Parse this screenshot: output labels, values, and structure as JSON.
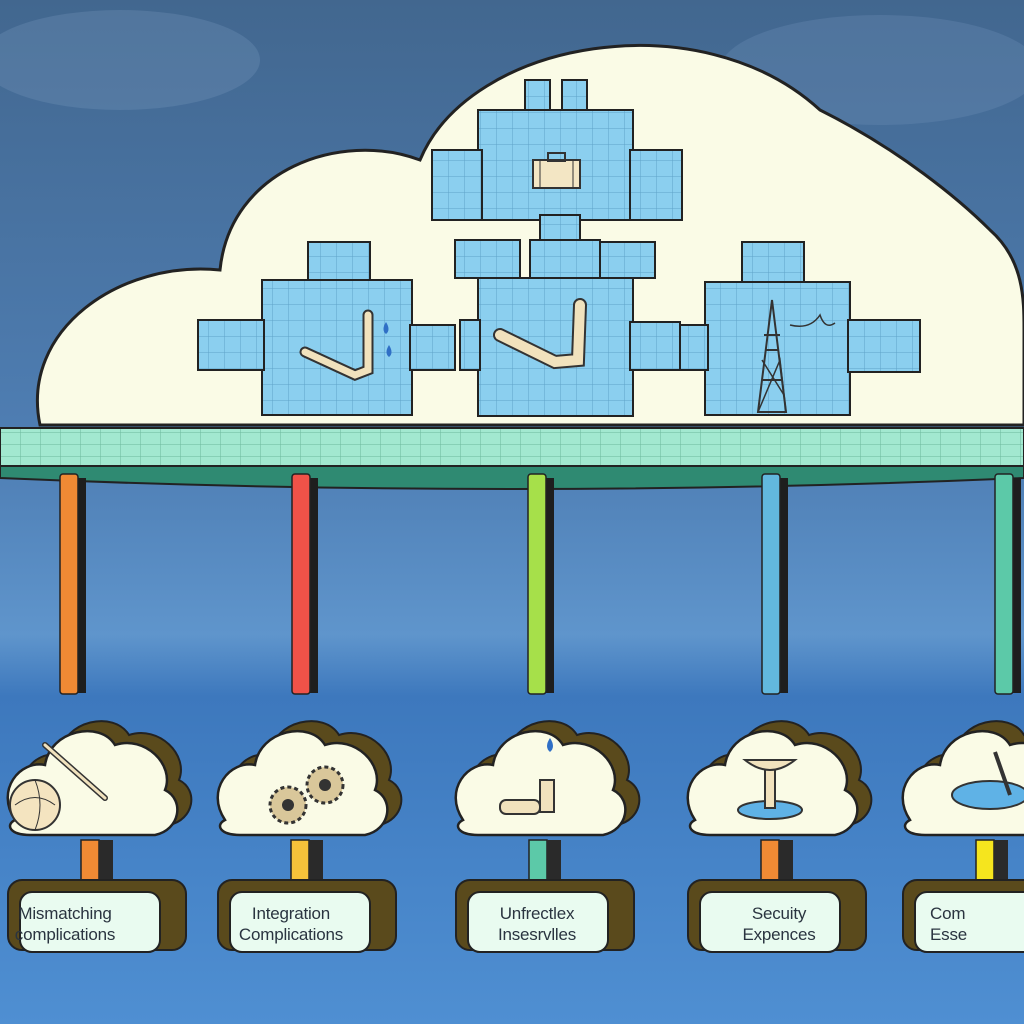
{
  "colors": {
    "sky_top": "#466c9c",
    "sky_mid": "#5b8dc4",
    "sea": "#3f7bc0",
    "cloud": "#fafbe6",
    "puzzle": "#88cdef",
    "platform": "#9ee6cf",
    "outline": "#1c1c1c"
  },
  "pillars": [
    {
      "color": "#f08a34"
    },
    {
      "color": "#f05248"
    },
    {
      "color": "#a6e04a"
    },
    {
      "color": "#62b8de"
    },
    {
      "color": "#5cc9a8"
    }
  ],
  "top_puzzle_icons": [
    "briefcase-icon",
    "pipe-with-drip-icon",
    "pipe-elbow-icon",
    "power-tower-icon"
  ],
  "items": [
    {
      "line1": "Mismatching",
      "line2": "complications",
      "icon": "wrench-globe-icon",
      "stem": "#f08a34"
    },
    {
      "line1": "Integration",
      "line2": "Complications",
      "icon": "gears-icon",
      "stem": "#f5c23a"
    },
    {
      "line1": "Unfrectlex",
      "line2": "Insesrvlles",
      "icon": "pipe-drip-icon",
      "stem": "#5cc9a8"
    },
    {
      "line1": "Secuity",
      "line2": "Expences",
      "icon": "fountain-icon",
      "stem": "#f08a34"
    },
    {
      "line1": "Com",
      "line2": "Esse",
      "icon": "water-pool-icon",
      "stem": "#f5e51e"
    }
  ]
}
